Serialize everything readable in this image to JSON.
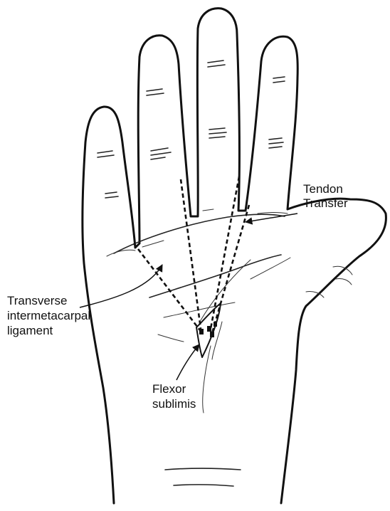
{
  "labels": {
    "tendon_transfer": [
      "Tendon",
      "Transfer"
    ],
    "transverse_ligament": [
      "Transverse",
      "intermetacarpal",
      "ligament"
    ],
    "flexor_sublimis": [
      "Flexor",
      "sublimis"
    ]
  }
}
